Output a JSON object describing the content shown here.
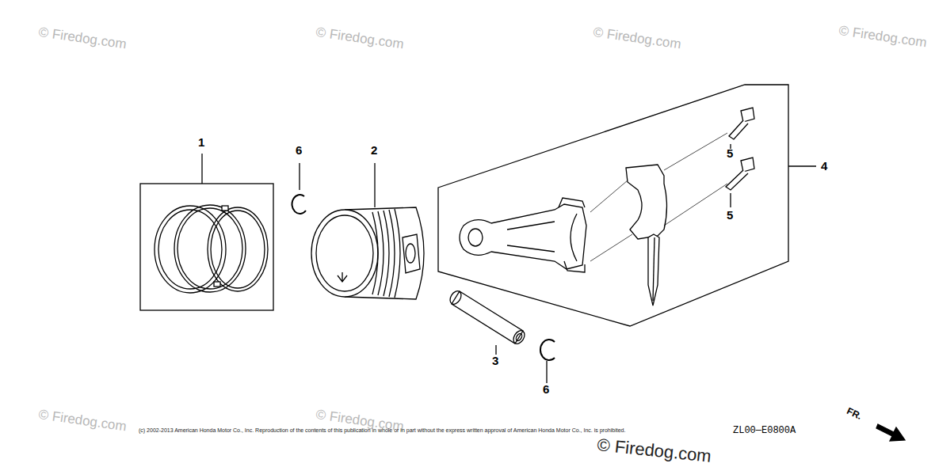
{
  "diagram": {
    "labels": [
      "© Firedog.com",
      "© Firedog.com",
      "© Firedog.com",
      "© Firedog.com",
      "1",
      "6",
      "2",
      "5",
      "4",
      "5",
      "3",
      "6",
      "© Firedog.com",
      "© Firedog.com",
      "(c) 2002-2013 American Honda Motor Co., Inc. Reproduction of the contents of this publication in whole or in part without the express written approval of American Honda Motor Co., Inc. is prohibited.",
      "© Firedog.com",
      "ZL00—E0800A",
      "FR."
    ]
  }
}
